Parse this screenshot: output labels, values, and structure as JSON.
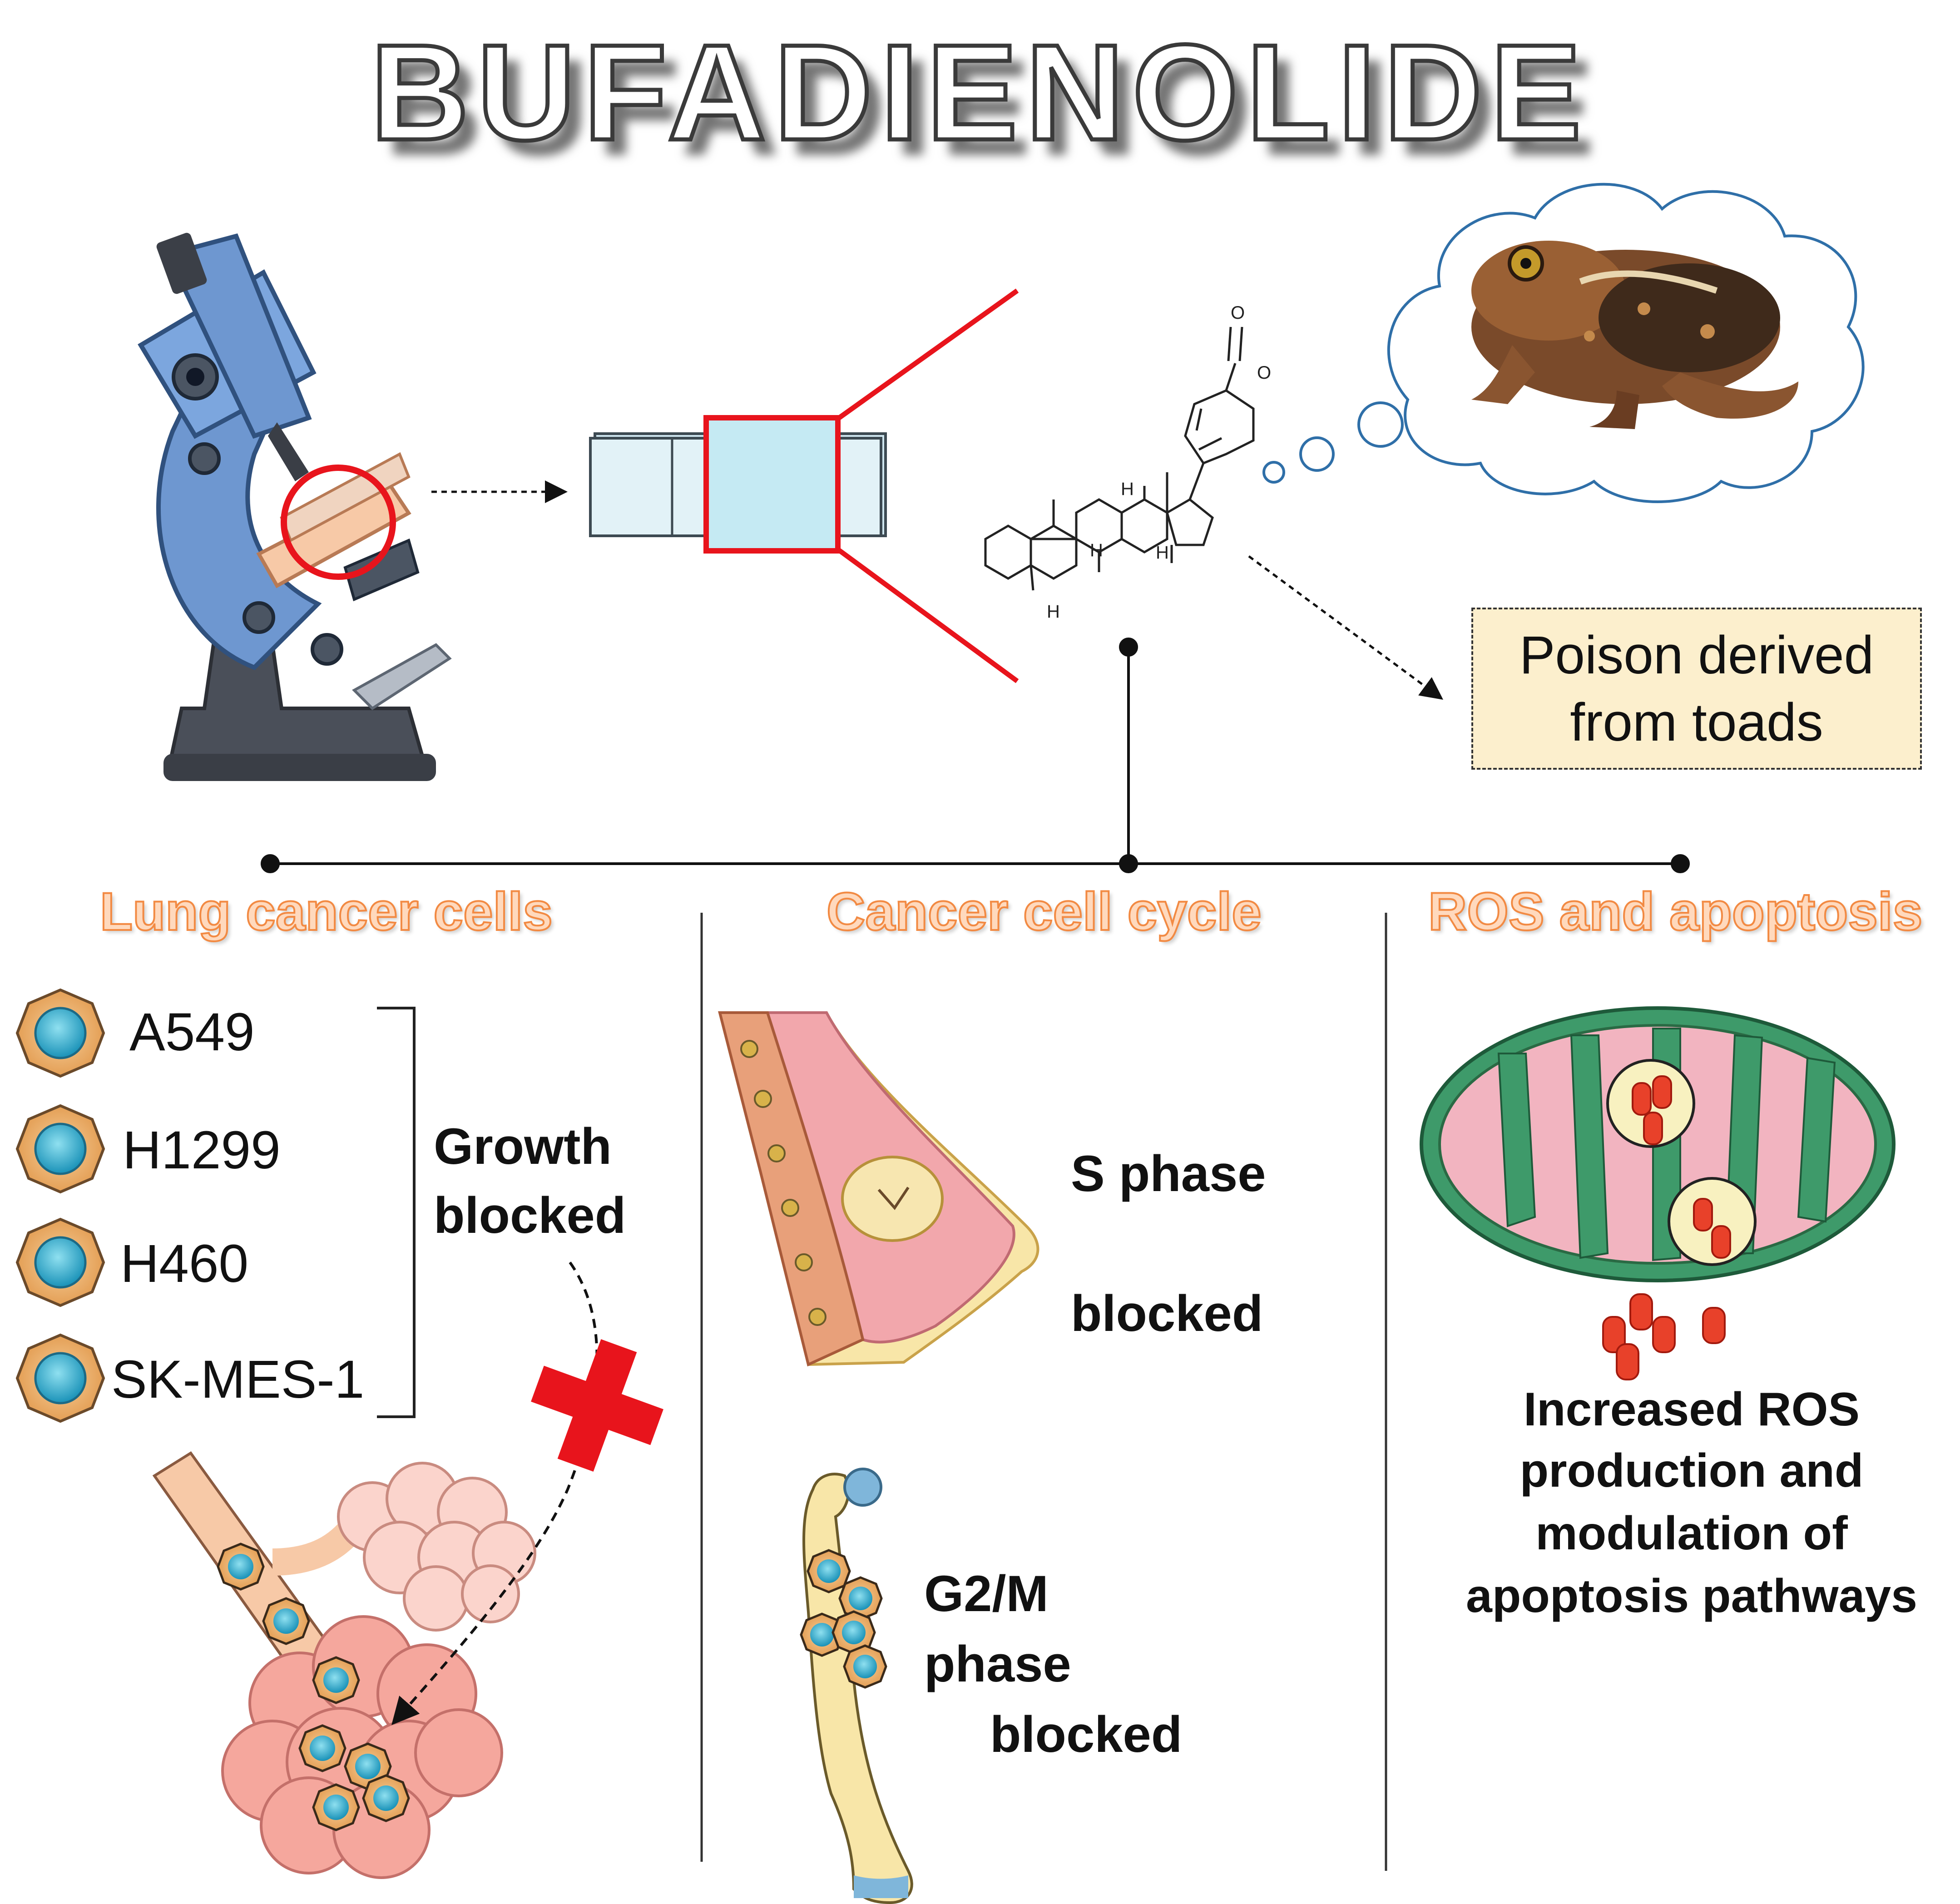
{
  "title": "BUFADIENOLIDE",
  "poison_label": {
    "line1": "Poison derived",
    "line2": "from toads"
  },
  "sections": {
    "lung": {
      "heading": "Lung cancer cells",
      "cell_lines": [
        "A549",
        "H1299",
        "H460",
        "SK-MES-1"
      ],
      "effect": {
        "line1": "Growth",
        "line2": "blocked"
      }
    },
    "cycle": {
      "heading": "Cancer cell cycle",
      "s_phase": {
        "line1": "S phase",
        "line2": "blocked"
      },
      "g2m_phase": {
        "line1": "G2/M",
        "line2": "phase",
        "line3": "blocked"
      }
    },
    "ros": {
      "heading": "ROS and apoptosis",
      "effect": {
        "line1": "Increased ROS",
        "line2": "production and",
        "line3": "modulation of",
        "line4": "apoptosis pathways"
      }
    }
  },
  "molecule_labels": {
    "hydrogen": "H",
    "oxygen": "O"
  },
  "colors": {
    "accent_red": "#e8141c",
    "heading_orange": "#f28a43",
    "cell_blue": "#2aa7c9",
    "cell_ring": "#e6a25a",
    "microscope_blue": "#6e97d0",
    "box_fill": "#fcefcd"
  }
}
